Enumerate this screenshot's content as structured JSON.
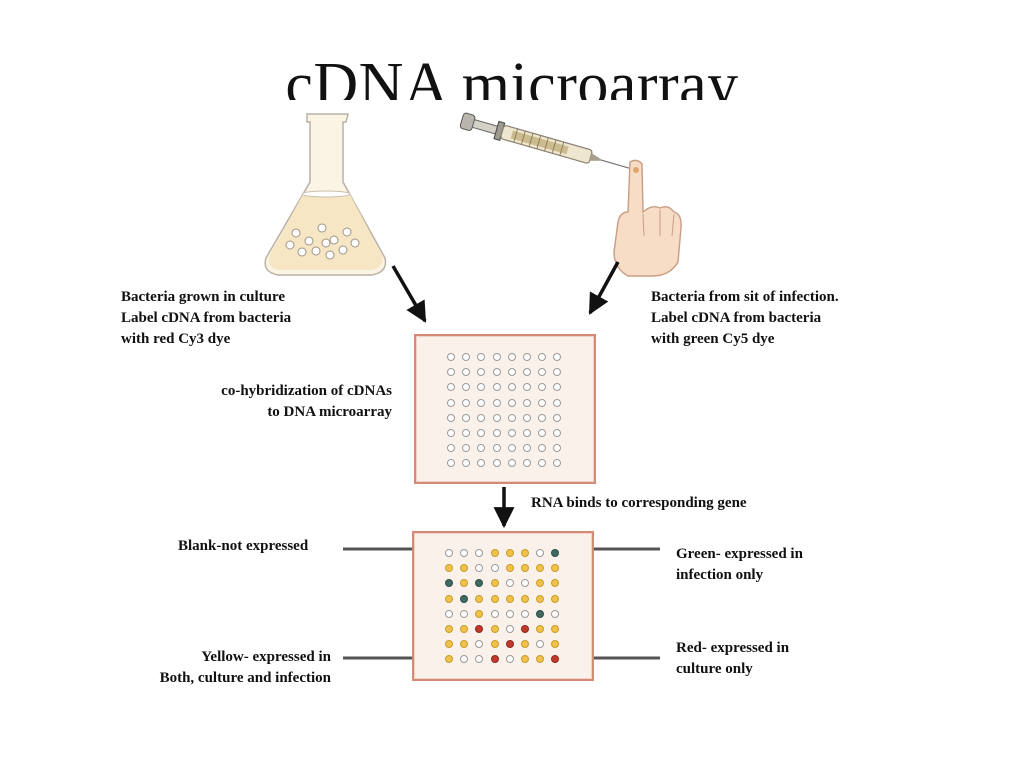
{
  "title": "cDNA microarray",
  "labels": {
    "culture": [
      "Bacteria grown in culture",
      "Label cDNA from bacteria",
      "with red Cy3 dye"
    ],
    "infection": [
      "Bacteria from sit of infection.",
      "Label cDNA from bacteria",
      "with green Cy5 dye"
    ],
    "cohybridization": [
      "co-hybridization of cDNAs",
      "to DNA microarray"
    ],
    "rna_binds": "RNA binds to corresponding gene",
    "blank": "Blank-not expressed",
    "green": [
      "Green- expressed in",
      "infection only"
    ],
    "yellow": [
      "Yellow- expressed in",
      "Both, culture and infection"
    ],
    "red": [
      "Red- expressed in",
      "culture only"
    ]
  },
  "spot_colors": {
    "blank": "#ffffff",
    "yellow": "#f0c24a",
    "green": "#3f6a62",
    "red": "#c0392b"
  },
  "top_array": {
    "rows": 8,
    "cols": 8,
    "state": "blank"
  },
  "bottom_array": {
    "rows": [
      [
        "B",
        "B",
        "B",
        "Y",
        "Y",
        "Y",
        "B",
        "G"
      ],
      [
        "Y",
        "Y",
        "B",
        "B",
        "Y",
        "Y",
        "Y",
        "Y"
      ],
      [
        "G",
        "Y",
        "G",
        "Y",
        "B",
        "B",
        "Y",
        "Y"
      ],
      [
        "Y",
        "G",
        "Y",
        "Y",
        "Y",
        "Y",
        "Y",
        "Y"
      ],
      [
        "B",
        "B",
        "Y",
        "B",
        "B",
        "B",
        "G",
        "B"
      ],
      [
        "Y",
        "Y",
        "R",
        "Y",
        "B",
        "R",
        "Y",
        "Y"
      ],
      [
        "Y",
        "Y",
        "B",
        "Y",
        "R",
        "Y",
        "B",
        "Y"
      ],
      [
        "Y",
        "B",
        "B",
        "R",
        "B",
        "Y",
        "Y",
        "R"
      ]
    ]
  }
}
